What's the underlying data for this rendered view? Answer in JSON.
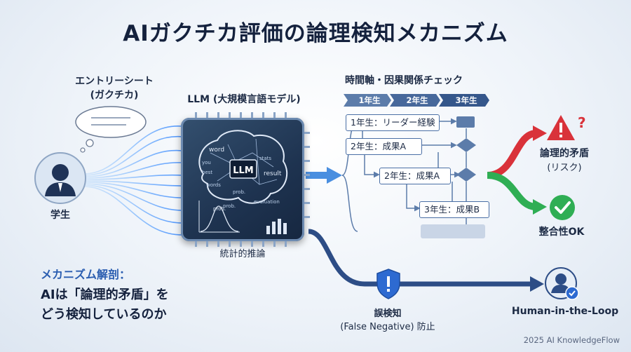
{
  "title": "AIガクチカ評価の論理検知メカニズム",
  "entry_sheet": {
    "line1": "エントリーシート",
    "line2": "(ガクチカ)"
  },
  "student_label": "学生",
  "llm_label": "LLM (大規模言語モデル)",
  "chip": {
    "core_label": "LLM",
    "words": [
      "word",
      "you",
      "best",
      "stats",
      "result",
      "prob.",
      "evaluation",
      "words"
    ],
    "graph_label": "prob.",
    "graph_label2": "prob."
  },
  "statistical_inference": "統計的推論",
  "timeline": {
    "heading": "時間軸・因果関係チェック",
    "years": [
      "1年生",
      "2年生",
      "3年生"
    ],
    "steps": [
      "1年生：リーダー経験",
      "2年生：成果A",
      "2年生：成果A",
      "3年生：成果B"
    ]
  },
  "outcomes": {
    "contradiction_line1": "論理的矛盾",
    "contradiction_line2": "(リスク)",
    "consistent": "整合性OK"
  },
  "false_negative": {
    "line1": "誤検知",
    "line2": "(False Negative) 防止"
  },
  "human_in_loop": "Human-in-the-Loop",
  "mechanism": {
    "line1": "メカニズム解剖：",
    "line2": "AIは「論理的矛盾」を",
    "line3": "どう検知しているのか"
  },
  "footer": "2025 AI KnowledgeFlow",
  "colors": {
    "accent": "#2a5db0",
    "danger": "#d9323a",
    "ok": "#2fae54",
    "chip": "#1e3350"
  }
}
